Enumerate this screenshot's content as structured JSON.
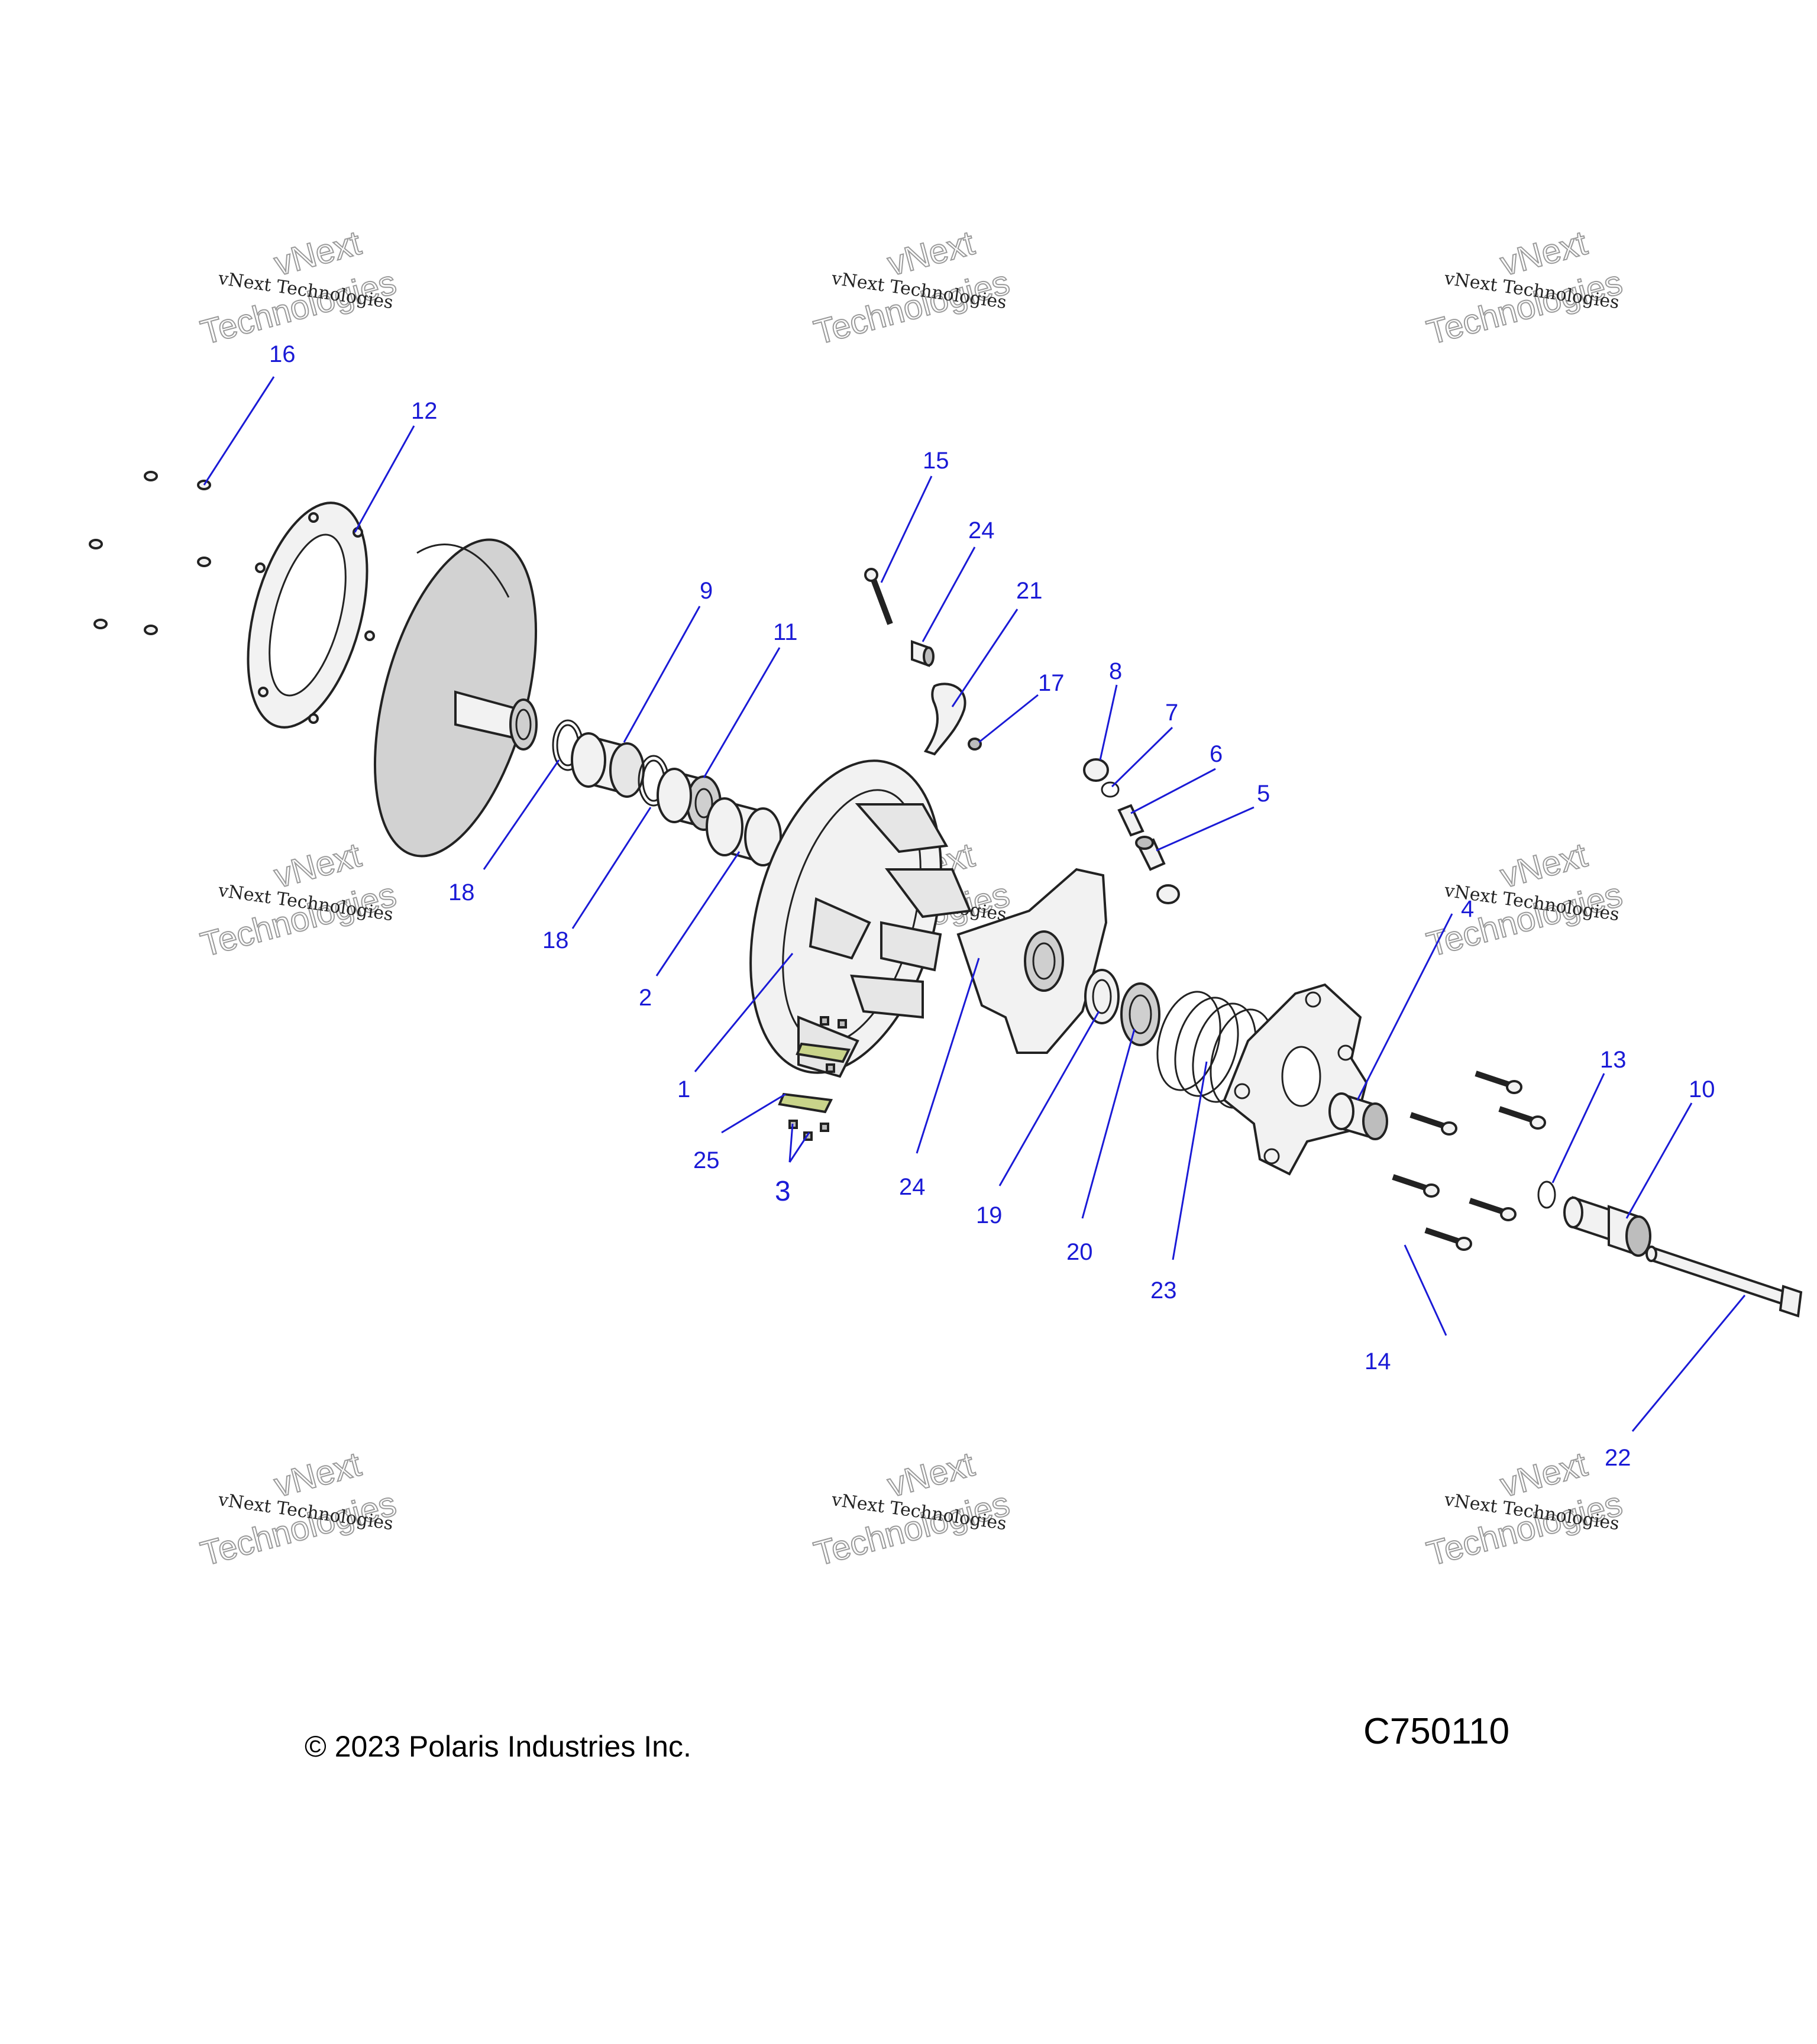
{
  "watermark": {
    "line1": "vNext",
    "line2": "Technologies",
    "full": "vNext Technologies"
  },
  "callouts": [
    "1",
    "2",
    "3",
    "4",
    "5",
    "6",
    "7",
    "8",
    "9",
    "10",
    "11",
    "12",
    "13",
    "14",
    "15",
    "16",
    "17",
    "18",
    "18",
    "19",
    "20",
    "21",
    "22",
    "23",
    "24",
    "24",
    "25"
  ],
  "footer": {
    "copyright": "© 2023 Polaris Industries Inc.",
    "code": "C750110"
  },
  "colors": {
    "callout": "#1a1ad6",
    "ink": "#222222"
  }
}
